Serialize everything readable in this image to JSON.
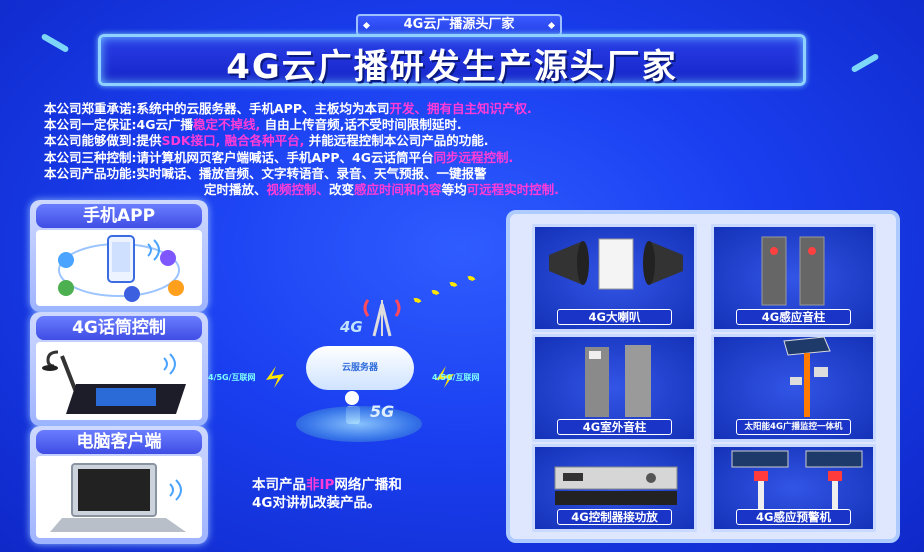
{
  "header": {
    "small_title": "4G云广播源头厂家",
    "main_title": "4G云广播研发生产源头厂家"
  },
  "intro": {
    "line1_a": "本公司郑重承诺:系统中的云服务器、手机APP、主板均为本司",
    "line1_b": "开发、拥有自主知识产权.",
    "line2_a": "本公司一定保证:4G云广播",
    "line2_b": "稳定不掉线,",
    "line2_c": "自由上传音频,话不受时间限制延时.",
    "line3_a": "本公司能够做到:提供",
    "line3_b": "SDK接口, 融合各种平台,",
    "line3_c": "并能远程控制本公司产品的功能.",
    "line4_a": "本公司三种控制:请计算机网页客户端喊话、手机APP、4G云话筒平台",
    "line4_b": "同步远程控制.",
    "line5": "本公司产品功能:实时喊话、播放音频、文字转语音、录音、天气预报、一键报警",
    "line6_a": "定时播放、",
    "line6_b": "视频控制、",
    "line6_c": "改变",
    "line6_d": "感应时间和内容",
    "line6_e": "等均",
    "line6_f": "可远程实时控制."
  },
  "left": {
    "app_title": "手机APP",
    "mic_title": "4G话筒控制",
    "pc_title": "电脑客户端"
  },
  "center": {
    "tower_label": "4G",
    "cloud_label": "云服务器",
    "fiveg_label": "5G",
    "net_left": "4/5G/互联网",
    "net_right": "4/5G/互联网",
    "note_a": "本司产品",
    "note_b": "非IP",
    "note_c": "网络广播和",
    "note_d": "4G对讲机改装产品。"
  },
  "products": [
    {
      "label": "4G大喇叭"
    },
    {
      "label": "4G感应音柱"
    },
    {
      "label": "4G室外音柱"
    },
    {
      "label": "太阳能4G广播监控一体机"
    },
    {
      "label": "4G控制器接功放"
    },
    {
      "label": "4G感应预警机"
    }
  ]
}
